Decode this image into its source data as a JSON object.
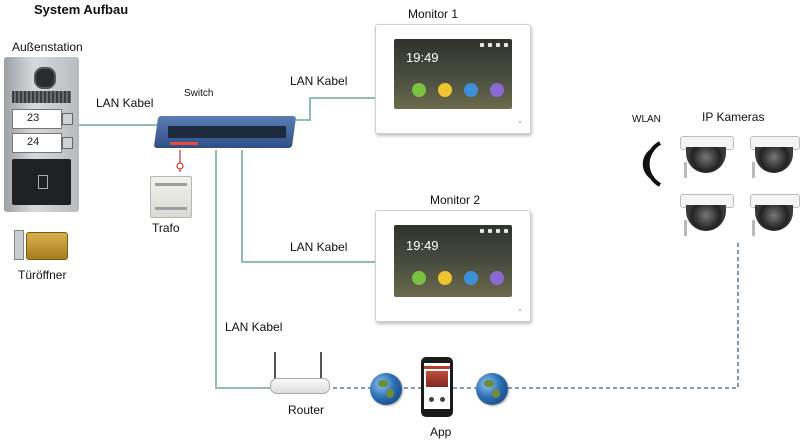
{
  "title": "System Aufbau",
  "labels": {
    "outdoor": "Außenstation",
    "door_opener": "Türöffner",
    "switch": "Switch",
    "trafo": "Trafo",
    "monitor1": "Monitor 1",
    "monitor2": "Monitor 2",
    "wlan": "WLAN",
    "ip_cameras": "IP Kameras",
    "router": "Router",
    "app": "App"
  },
  "cables": {
    "outdoor_switch": "LAN Kabel",
    "switch_monitor1": "LAN Kabel",
    "switch_monitor2": "LAN Kabel",
    "switch_router": "LAN Kabel"
  },
  "monitor1": {
    "time": "19:49"
  },
  "monitor2": {
    "time": "19:49"
  },
  "panel": {
    "slot1": "23",
    "slot2": "24"
  },
  "colors": {
    "lan_cable": "#8fbfa8",
    "wlan_link": "#5e7f9a",
    "switch_body": "#3d5f94",
    "port_led": "#e64b3c"
  }
}
